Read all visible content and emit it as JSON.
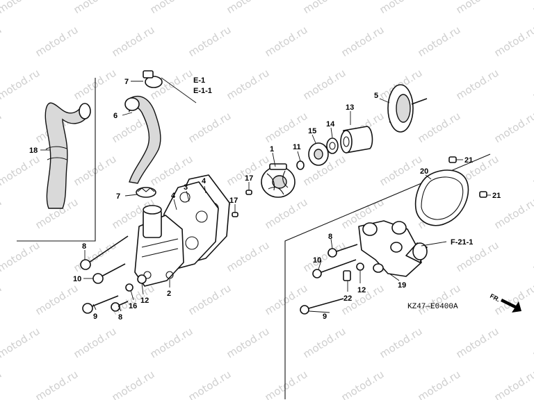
{
  "watermark": "motod.ru",
  "drawing_code": "KZ47—E0400A",
  "direction_label": "FR.",
  "references": [
    "E-1",
    "E-1-1",
    "F-21-1"
  ],
  "callouts": {
    "c1": "1",
    "c2": "2",
    "c3": "3",
    "c4a": "4",
    "c4b": "4",
    "c5": "5",
    "c6": "6",
    "c7a": "7",
    "c7b": "7",
    "c8a": "8",
    "c8b": "8",
    "c8c": "8",
    "c9a": "9",
    "c9b": "9",
    "c10a": "10",
    "c10b": "10",
    "c11": "11",
    "c12a": "12",
    "c12b": "12",
    "c13": "13",
    "c14": "14",
    "c15": "15",
    "c16": "16",
    "c17a": "17",
    "c17b": "17",
    "c18": "18",
    "c19": "19",
    "c20": "20",
    "c21a": "21",
    "c21b": "21",
    "c22": "22"
  }
}
